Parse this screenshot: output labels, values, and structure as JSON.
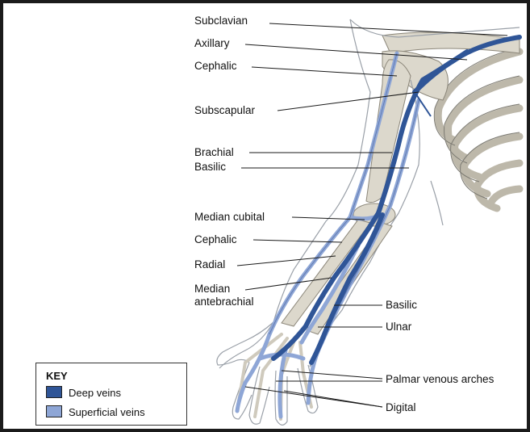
{
  "colors": {
    "deep_vein": "#2f5597",
    "superficial_vein": "#8ea6d6",
    "bone": "#dcd8cc",
    "skin_outline": "#9aa0a8"
  },
  "labels": {
    "subclavian": "Subclavian",
    "axillary": "Axillary",
    "cephalic_upper": "Cephalic",
    "subscapular": "Subscapular",
    "brachial": "Brachial",
    "basilic_upper": "Basilic",
    "median_cubital": "Median cubital",
    "cephalic_lower": "Cephalic",
    "radial": "Radial",
    "median_antebrachial_1": "Median",
    "median_antebrachial_2": "antebrachial",
    "basilic_lower": "Basilic",
    "ulnar": "Ulnar",
    "palmar_venous_arches": "Palmar venous arches",
    "digital": "Digital"
  },
  "key": {
    "title": "KEY",
    "deep": "Deep veins",
    "superficial": "Superficial veins"
  }
}
